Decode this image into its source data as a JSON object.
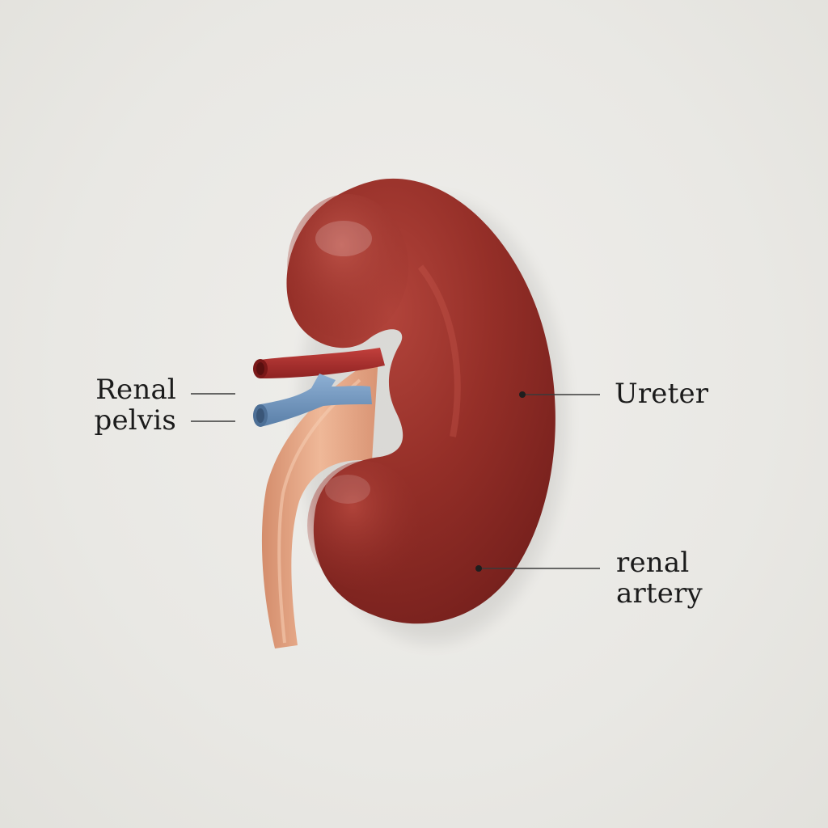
{
  "background_color": "#e9e8e4",
  "colors": {
    "kidney": "#8f2a24",
    "ureter": "#e4a582",
    "artery": "#a92a2a",
    "vein": "#6e93bd",
    "leader_line": "#3a3a3a"
  },
  "labels": {
    "renal_pelvis": {
      "line1": "Renal",
      "line2": "pelvis"
    },
    "ureter": {
      "text": "Ureter"
    },
    "renal_artery": {
      "line1": "renal",
      "line2": "artery"
    }
  }
}
